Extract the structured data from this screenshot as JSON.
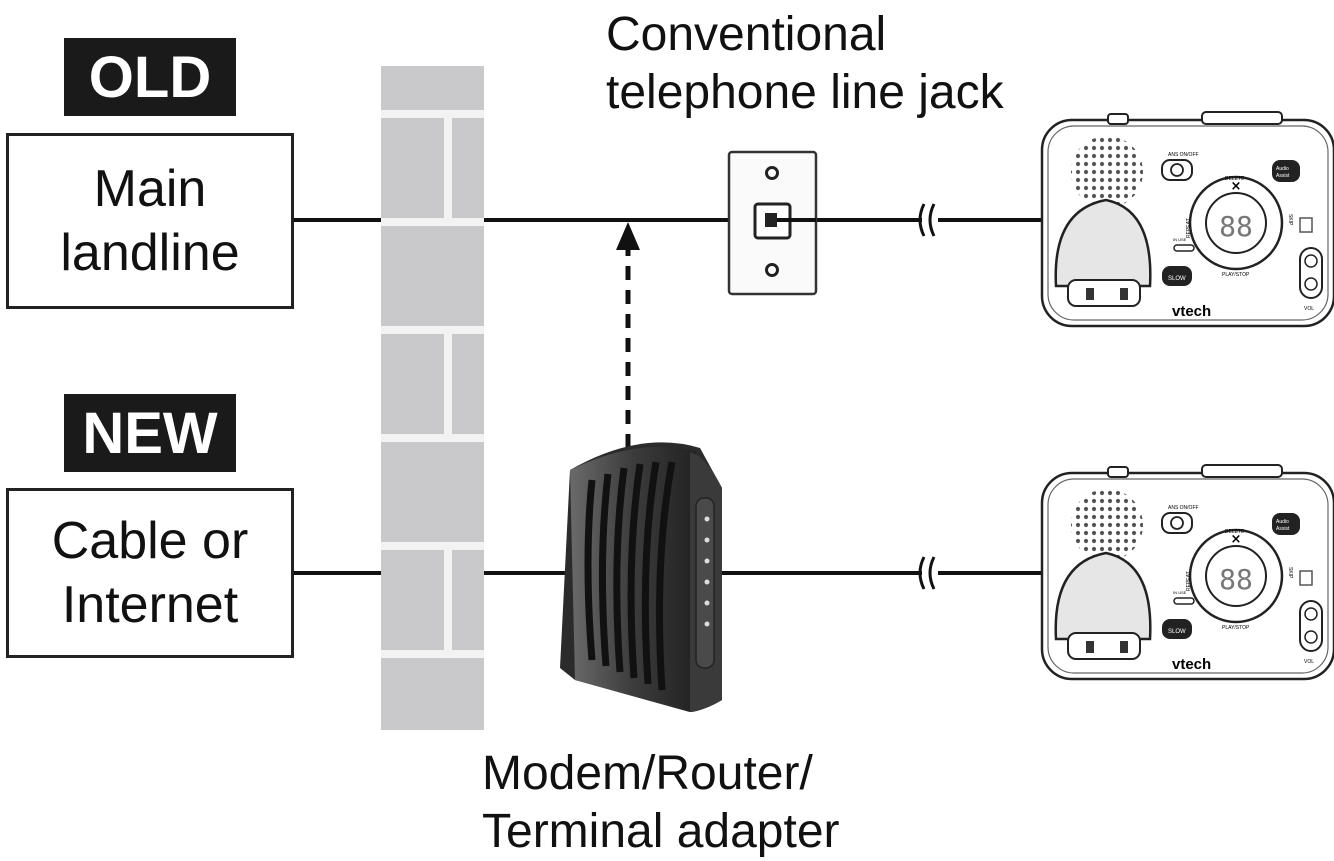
{
  "old": {
    "badge": "OLD",
    "source_line1": "Main",
    "source_line2": "landline"
  },
  "new": {
    "badge": "NEW",
    "source_line1": "Cable or",
    "source_line2": "Internet"
  },
  "jack_label": {
    "line1": "Conventional",
    "line2": "telephone line jack"
  },
  "modem_label": {
    "line1": "Modem/Router/",
    "line2": "Terminal adapter"
  },
  "base_unit": {
    "brand": "vtech",
    "ans_label": "ANS ON/OFF",
    "delete_label": "DELETE",
    "repeat_label": "REPEAT",
    "skip_label": "SKIP",
    "play_label": "PLAY/STOP",
    "slow_label": "SLOW",
    "audio_label_1": "Audio",
    "audio_label_2": "Assist",
    "vol_label": "VOL",
    "in_use_label": "IN USE",
    "display": "88"
  }
}
